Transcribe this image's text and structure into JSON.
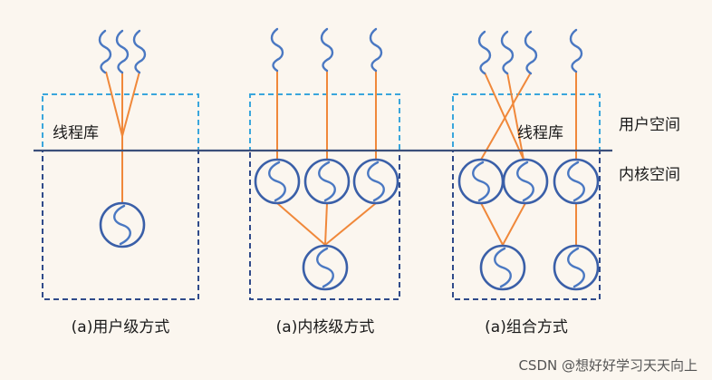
{
  "diagram": {
    "library_label": "线程库",
    "user_space_label": "用户空间",
    "kernel_space_label": "内核空间",
    "panels": [
      {
        "caption": "(a)用户级方式"
      },
      {
        "caption": "(a)内核级方式"
      },
      {
        "caption": "(a)组合方式"
      }
    ]
  },
  "watermark": "CSDN @想好好学习天天向上",
  "colors": {
    "background": "#fbf6ef",
    "user_box_dash": "#3aa6dc",
    "kernel_box_dash": "#2f4a8a",
    "divider": "#3b4f7a",
    "connector": "#f0883a",
    "thread_wave": "#4a78c2",
    "kernel_thread_circle": "#3a5fa8"
  }
}
